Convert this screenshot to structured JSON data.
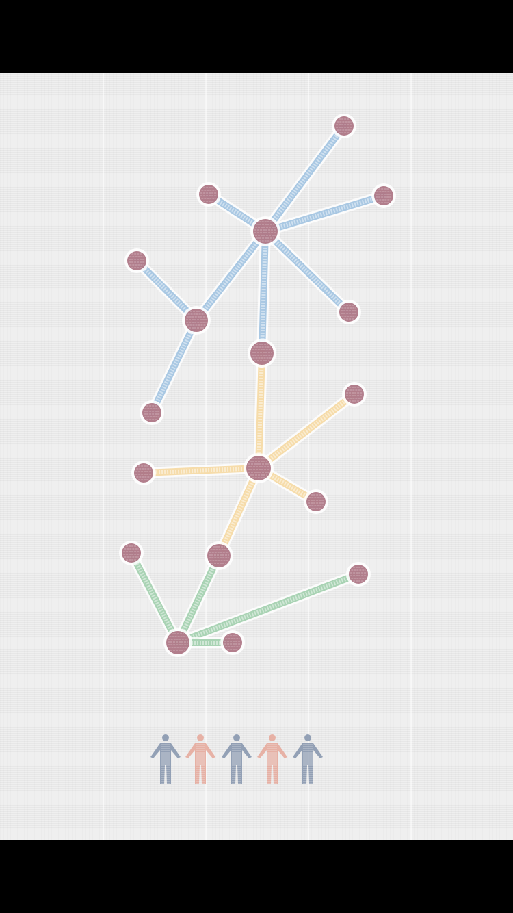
{
  "artwork": {
    "background": "#efefef",
    "frame": "#000000",
    "edge_colors": {
      "blue": "#a9c8e3",
      "yellow": "#f6dcaa",
      "green": "#a9d3b4"
    },
    "node_color": "#9c5a6c",
    "node_halo": "#ffffff",
    "figure_colors": [
      "#7d8ea8",
      "#e6a394",
      "#7d8ea8",
      "#e6a394",
      "#7d8ea8"
    ],
    "graph": {
      "edges": [
        {
          "from": "hub-blue",
          "to": "blue-top-right",
          "color": "blue"
        },
        {
          "from": "hub-blue",
          "to": "blue-upper-left",
          "color": "blue"
        },
        {
          "from": "hub-blue",
          "to": "blue-right",
          "color": "blue"
        },
        {
          "from": "hub-blue",
          "to": "blue-lower-right",
          "color": "blue"
        },
        {
          "from": "hub-blue",
          "to": "blue-mid-left",
          "color": "blue"
        },
        {
          "from": "hub-blue",
          "to": "blue-bottom",
          "color": "blue"
        },
        {
          "from": "blue-mid-left",
          "to": "blue-far-left",
          "color": "blue"
        },
        {
          "from": "blue-mid-left",
          "to": "blue-lower-left",
          "color": "blue"
        },
        {
          "from": "blue-bottom",
          "to": "hub-yellow",
          "color": "yellow"
        },
        {
          "from": "hub-yellow",
          "to": "yellow-right",
          "color": "yellow"
        },
        {
          "from": "hub-yellow",
          "to": "yellow-left",
          "color": "yellow"
        },
        {
          "from": "hub-yellow",
          "to": "yellow-lower-right",
          "color": "yellow"
        },
        {
          "from": "hub-yellow",
          "to": "yellow-lower-left",
          "color": "yellow"
        },
        {
          "from": "hub-green",
          "to": "green-top-left",
          "color": "green"
        },
        {
          "from": "hub-green",
          "to": "yellow-lower-left",
          "color": "green"
        },
        {
          "from": "hub-green",
          "to": "green-right",
          "color": "green"
        },
        {
          "from": "hub-green",
          "to": "green-near",
          "color": "green"
        }
      ]
    }
  }
}
